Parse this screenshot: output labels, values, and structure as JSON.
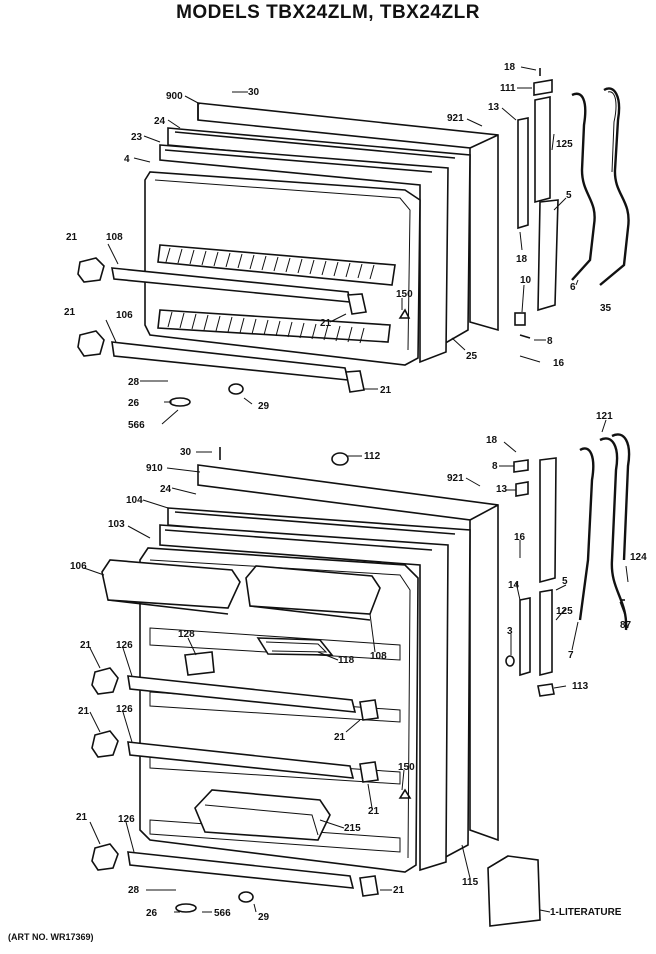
{
  "title": "MODELS TBX24ZLM, TBX24ZLR",
  "art_no": "(ART NO. WR17369)",
  "labels": {
    "p18_top": "18",
    "p111": "111",
    "p30_top": "30",
    "p900": "900",
    "p921_top": "921",
    "p13_top": "13",
    "p24_top": "24",
    "p125_top": "125",
    "p23": "23",
    "p4": "4",
    "p5_top": "5",
    "p21_a": "21",
    "p108_a": "108",
    "p18_b": "18",
    "p10": "10",
    "p150_top": "150",
    "p6": "6",
    "p35": "35",
    "p21_b": "21",
    "p106_a": "106",
    "p21_c": "21",
    "p25": "25",
    "p8_top": "8",
    "p16_top": "16",
    "p28_top": "28",
    "p21_d": "21",
    "p26_top": "26",
    "p29_top": "29",
    "p566_top": "566",
    "p121": "121",
    "p18_c": "18",
    "p30_mid": "30",
    "p112": "112",
    "p910": "910",
    "p8_mid": "8",
    "p921_mid": "921",
    "p13_mid": "13",
    "p24_mid": "24",
    "p104": "104",
    "p103": "103",
    "p16_mid": "16",
    "p106_b": "106",
    "p124": "124",
    "p14": "14",
    "p5_mid": "5",
    "p125_mid": "125",
    "p87": "87",
    "p128": "128",
    "p21_e": "21",
    "p126_a": "126",
    "p118": "118",
    "p108_b": "108",
    "p3": "3",
    "p7": "7",
    "p113": "113",
    "p21_f": "21",
    "p126_b": "126",
    "p21_g": "21",
    "p150_mid": "150",
    "p21_h": "21",
    "p126_c": "126",
    "p21_i": "21",
    "p215": "215",
    "p115": "115",
    "p28_bot": "28",
    "p21_j": "21",
    "p26_bot": "26",
    "p566_bot": "566",
    "p29_bot": "29",
    "p_literature": "1-LITERATURE"
  }
}
